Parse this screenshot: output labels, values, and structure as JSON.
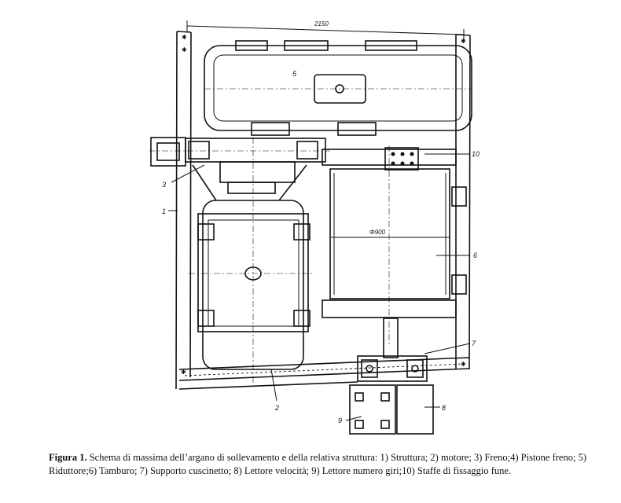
{
  "drawing": {
    "dimensions": {
      "overall_width": "2150",
      "drum_diameter": "Φ900"
    },
    "callouts": [
      {
        "id": "1",
        "text": "1"
      },
      {
        "id": "2",
        "text": "2"
      },
      {
        "id": "3",
        "text": "3"
      },
      {
        "id": "5",
        "text": "5"
      },
      {
        "id": "6",
        "text": "6"
      },
      {
        "id": "7",
        "text": "7"
      },
      {
        "id": "8",
        "text": "8"
      },
      {
        "id": "9",
        "text": "9"
      },
      {
        "id": "10",
        "text": "10"
      }
    ]
  },
  "caption": {
    "label": "Figura 1.",
    "text": " Schema di massima dell’argano di sollevamento e della relativa struttura: 1) Struttura; 2) motore; 3) Freno;4) Pistone freno; 5) Riduttore;6) Tamburo; 7) Supporto cuscinetto; 8) Lettore velocità; 9) Lettore numero giri;10) Staffe di fissaggio fune."
  }
}
